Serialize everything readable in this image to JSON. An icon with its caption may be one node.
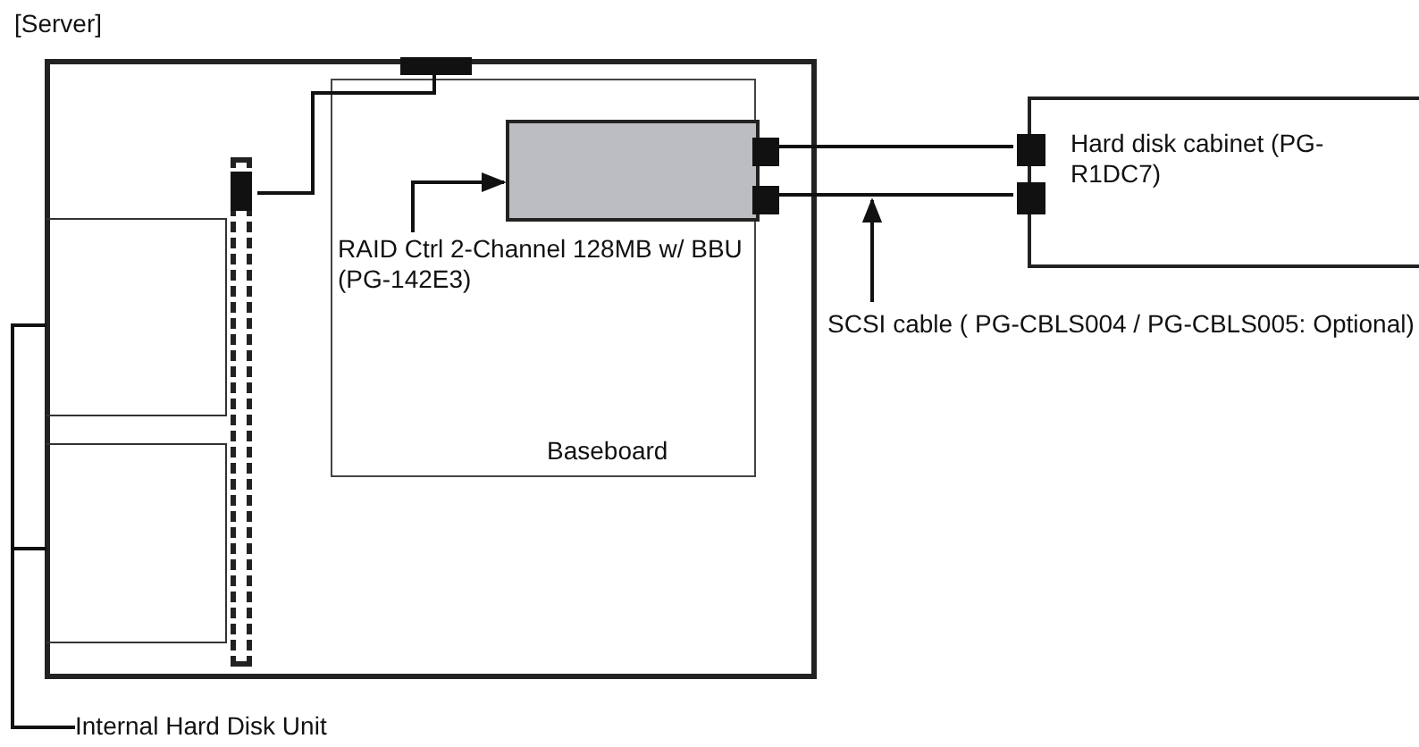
{
  "diagram": {
    "nodes": [
      {
        "text": [
          "[Server]"
        ]
      },
      {
        "text": [
          "Baseboard"
        ],
        "in": 0
      },
      {
        "text": [],
        "shape": "box",
        "in": 1
      },
      {
        "text": [
          "RAID Ctrl 2-Channel 128MB w/ BBU (PG-142E3)"
        ],
        "in": 1
      },
      {
        "text": [
          "Hard disk cabinet (PG-R1DC7)"
        ]
      },
      {
        "text": [
          "SCSI cable ( PG-CBLS004 / PG-CBLS005: Optional)"
        ]
      },
      {
        "text": [],
        "shape": "box",
        "in": 0
      },
      {
        "text": [],
        "shape": "bar",
        "in": 0
      },
      {
        "text": [],
        "shape": "box",
        "in": 0
      },
      {
        "text": [],
        "shape": "box",
        "in": 0
      },
      {
        "text": [
          "Internal Hard Disk Unit"
        ]
      }
    ],
    "edges": [
      {
        "from": 3,
        "to": 2,
        "arrow": "to"
      },
      {
        "from": 2,
        "to": 4,
        "arrow": "none"
      },
      {
        "from": 2,
        "to": 4,
        "arrow": "none"
      },
      {
        "from": 5,
        "to": null,
        "arrow": "to"
      },
      {
        "from": 7,
        "to": 6,
        "arrow": "none"
      },
      {
        "from": 10,
        "to": 8,
        "arrow": "none"
      },
      {
        "from": 10,
        "to": 9,
        "arrow": "none"
      }
    ]
  }
}
